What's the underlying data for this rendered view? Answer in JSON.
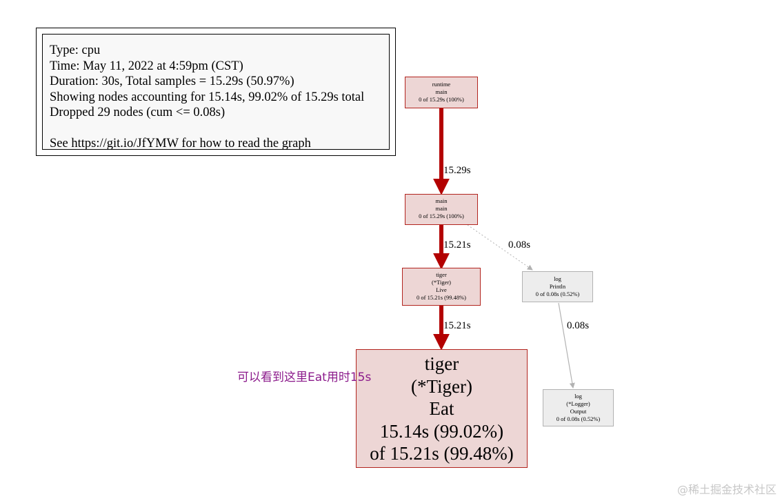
{
  "info": {
    "lines": [
      "Type: cpu",
      "Time: May 11, 2022 at 4:59pm (CST)",
      "Duration: 30s, Total samples = 15.29s (50.97%)",
      "Showing nodes accounting for 15.14s, 99.02% of 15.29s total",
      "Dropped 29 nodes (cum <= 0.08s)"
    ],
    "help": "See https://git.io/JfYMW for how to read the graph"
  },
  "nodes": {
    "runtime_main": {
      "lines": [
        "runtime",
        "main",
        "0 of 15.29s (100%)"
      ]
    },
    "main_main": {
      "lines": [
        "main",
        "main",
        "0 of 15.29s (100%)"
      ]
    },
    "tiger_live": {
      "lines": [
        "tiger",
        "(*Tiger)",
        "Live",
        "0 of 15.21s (99.48%)"
      ]
    },
    "tiger_eat": {
      "lines": [
        "tiger",
        "(*Tiger)",
        "Eat",
        "15.14s (99.02%)",
        "of 15.21s (99.48%)"
      ]
    },
    "log_println": {
      "lines": [
        "log",
        "Println",
        "0 of 0.08s (0.52%)"
      ]
    },
    "log_output": {
      "lines": [
        "log",
        "(*Logger)",
        "Output",
        "0 of 0.08s (0.52%)"
      ]
    }
  },
  "edges": {
    "runtime_to_main": "15.29s",
    "main_to_live": "15.21s",
    "live_to_eat": "15.21s",
    "main_to_println": "0.08s",
    "println_to_output": "0.08s"
  },
  "colors": {
    "hot_edge": "#b30000",
    "cold_edge": "#b2b2b2",
    "annotation": "#8b1a8b"
  },
  "annotation": "可以看到这里Eat用时15s",
  "watermark": "@稀土掘金技术社区"
}
